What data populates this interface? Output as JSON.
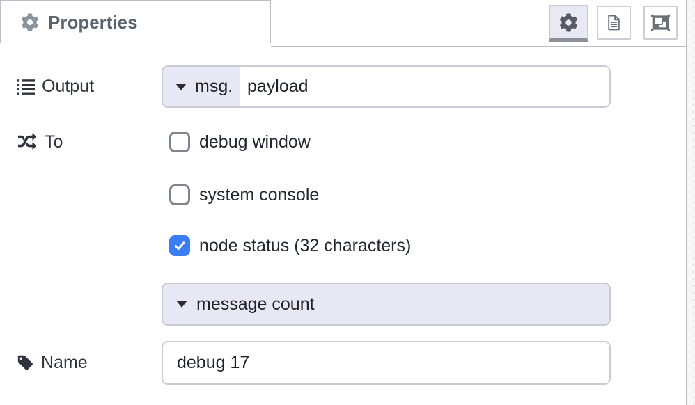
{
  "tab": {
    "label": "Properties"
  },
  "toolbar": {
    "properties_button": {
      "icon": "gear-icon",
      "active": true
    },
    "description_button": {
      "icon": "document-icon",
      "active": false
    },
    "appearance_button": {
      "icon": "object-group-icon",
      "active": false
    }
  },
  "form": {
    "output": {
      "label": "Output",
      "icon": "list-icon",
      "prefix": "msg.",
      "value": "payload"
    },
    "to": {
      "label": "To",
      "icon": "shuffle-icon",
      "options": [
        {
          "label": "debug window",
          "checked": false
        },
        {
          "label": "system console",
          "checked": false
        },
        {
          "label": "node status (32 characters)",
          "checked": true
        }
      ]
    },
    "status_value": {
      "value": "message count"
    },
    "name": {
      "label": "Name",
      "icon": "tag-icon",
      "value": "debug 17"
    }
  },
  "colors": {
    "accent_blue": "#3b7cf7",
    "lavender_fill": "#e7e8f4",
    "tab_border": "#bdbdc7",
    "input_border": "#cbcbd5",
    "tab_text": "#5a646e"
  }
}
